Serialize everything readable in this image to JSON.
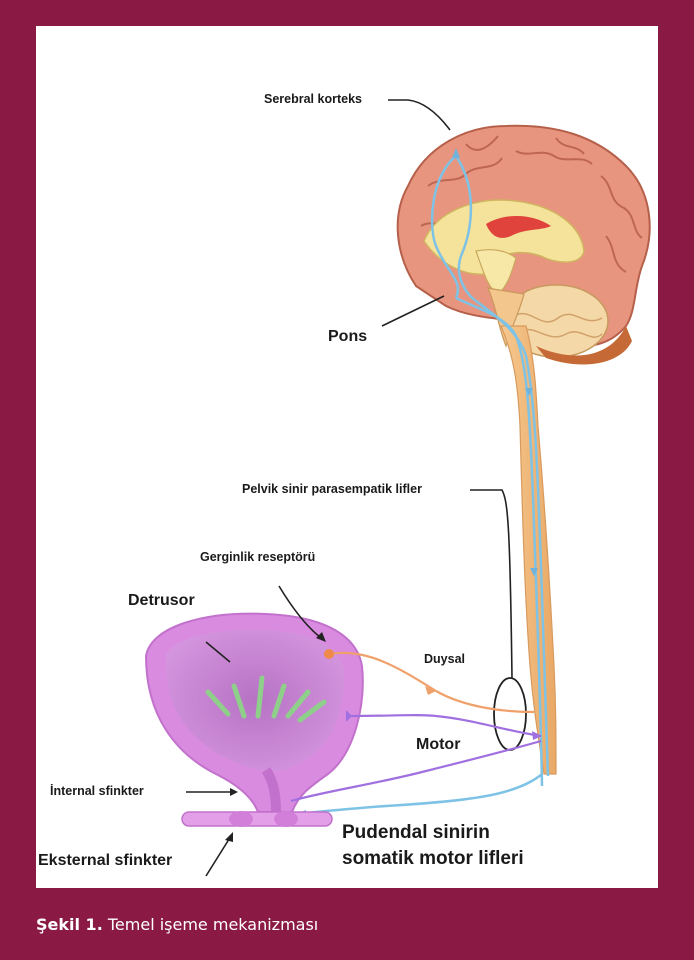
{
  "figure": {
    "labels": {
      "cortex": "Serebral korteks",
      "pons": "Pons",
      "pelvic": "Pelvik sinir parasempatik lifler",
      "stretch": "Gerginlik reseptörü",
      "detrusor": "Detrusor",
      "sensory": "Duysal",
      "motor": "Motor",
      "internal": "İnternal sfinkter",
      "external": "Eksternal sfinkter",
      "pudendal_1": "Pudendal sinirin",
      "pudendal_2": "somatik motor lifleri"
    },
    "colors": {
      "frame": "#8a1a43",
      "sensory_fiber": "#f0a06a",
      "motor_fiber": "#a070e0",
      "pathway": "#7ec3e6",
      "bladder": "#d98be0"
    }
  },
  "caption": {
    "number": "Şekil 1.",
    "text": "Temel işeme mekanizması"
  }
}
